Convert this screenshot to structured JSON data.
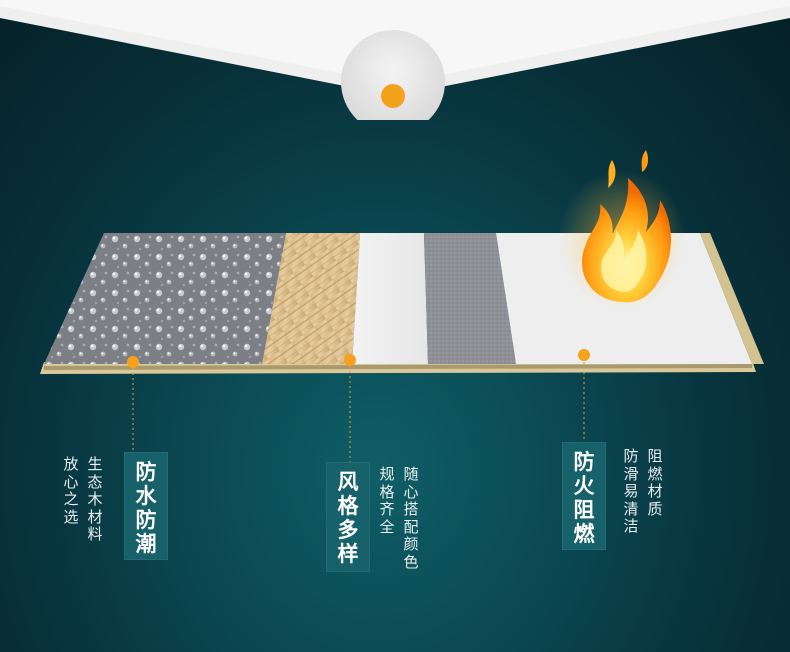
{
  "features": [
    {
      "badge": "防水防潮",
      "desc_columns": [
        "生态木材料",
        "放心之选"
      ]
    },
    {
      "badge": "风格多样",
      "desc_columns": [
        "随心搭配颜色",
        "规格齐全"
      ]
    },
    {
      "badge": "防火阻燃",
      "desc_columns": [
        "阻燃材质",
        "防滑易清洁"
      ]
    }
  ],
  "colors": {
    "accent": "#f5a11c",
    "badge_bg": "#17616b",
    "background_dark": "#061f26",
    "background_center": "#0f5e66"
  }
}
